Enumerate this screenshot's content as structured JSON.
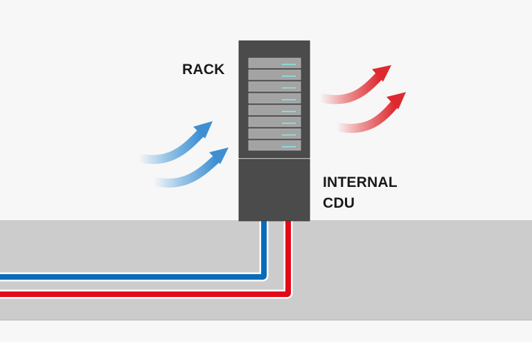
{
  "diagram": {
    "labels": {
      "rack": "RACK",
      "cdu_line1": "INTERNAL",
      "cdu_line2": "CDU"
    },
    "rack": {
      "server_unit_count": 8
    },
    "airflow": {
      "inlet": {
        "arrow_count": 2,
        "color": "#4a9ad8",
        "direction": "into rack (cool air)"
      },
      "outlet": {
        "arrow_count": 2,
        "color": "#e23a3e",
        "direction": "out of rack (warm air)"
      }
    },
    "pipes": [
      {
        "name": "cold-supply-pipe",
        "color": "#0a6cb8"
      },
      {
        "name": "hot-return-pipe",
        "color": "#e20a17"
      }
    ],
    "colors": {
      "background": "#f7f7f7",
      "floor": "#cdcccc",
      "rack_body": "#4b4b4b",
      "server_unit": "#a3a3a3",
      "server_led": "#8fd8d8"
    }
  }
}
